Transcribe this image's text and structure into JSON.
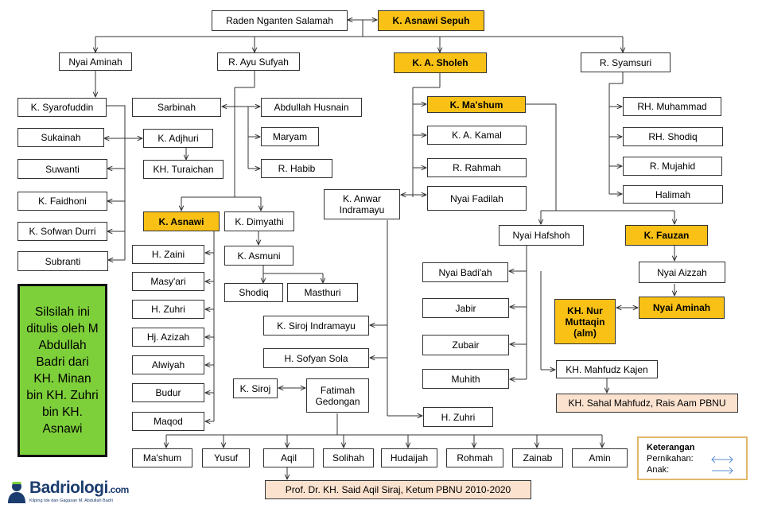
{
  "n": {
    "raden": "Raden Nganten Salamah",
    "asnawi_sepuh": "K. Asnawi Sepuh",
    "aminah1": "Nyai Aminah",
    "ayu": "R. Ayu Sufyah",
    "sholeh": "K. A. Sholeh",
    "syamsuri": "R. Syamsuri",
    "syarofuddin": "K. Syarofuddin",
    "sarbinah": "Sarbinah",
    "husnain": "Abdullah Husnain",
    "mashum": "K. Ma'shum",
    "muhammad": "RH. Muhammad",
    "sukainah": "Sukainah",
    "adjhuri": "K. Adjhuri",
    "maryam": "Maryam",
    "kamal": "K. A. Kamal",
    "shodiq_rh": "RH. Shodiq",
    "suwanti": "Suwanti",
    "turaichan": "KH. Turaichan",
    "habib": "R. Habib",
    "rahmah": "R. Rahmah",
    "mujahid": "R. Mujahid",
    "faidhoni": "K. Faidhoni",
    "anwar": "K. Anwar Indramayu",
    "fadilah": "Nyai Fadilah",
    "halimah": "Halimah",
    "sofwan": "K. Sofwan Durri",
    "asnawi": "K. Asnawi",
    "dimyathi": "K. Dimyathi",
    "hafshoh": "Nyai Hafshoh",
    "fauzan": "K. Fauzan",
    "subranti": "Subranti",
    "zaini": "H. Zaini",
    "asmuni": "K. Asmuni",
    "badiah": "Nyai Badi'ah",
    "aizzah": "Nyai Aizzah",
    "masyari": "Masy'ari",
    "shodiq": "Shodiq",
    "masthuri": "Masthuri",
    "jabir": "Jabir",
    "nur_muttaqin": "KH. Nur Muttaqin (alm)",
    "aminah2": "Nyai Aminah",
    "zuhri1": "H. Zuhri",
    "siroj_indramayu": "K. Siroj Indramayu",
    "azizah": "Hj. Azizah",
    "zubair": "Zubair",
    "sofyan": "H. Sofyan Sola",
    "alwiyah": "Alwiyah",
    "muhith": "Muhith",
    "mahfudz": "KH. Mahfudz Kajen",
    "siroj": "K. Siroj",
    "fatimah": "Fatimah Gedongan",
    "budur": "Budur",
    "sahal": "KH. Sahal Mahfudz, Rais Aam PBNU",
    "maqod": "Maqod",
    "zuhri2": "H. Zuhri",
    "mashum2": "Ma'shum",
    "yusuf": "Yusuf",
    "aqil": "Aqil",
    "solihah": "Solihah",
    "hudaijah": "Hudaijah",
    "rohmah": "Rohmah",
    "zainab": "Zainab",
    "amin": "Amin",
    "said_aqil": "Prof. Dr. KH. Said Aqil Siraj, Ketum PBNU 2010-2020"
  },
  "note": "Silsilah ini ditulis oleh M Abdullah Badri dari KH. Minan bin KH. Zuhri bin KH. Asnawi",
  "legend": {
    "title": "Keterangan",
    "marriage": "Pernikahan:",
    "child": "Anak:"
  },
  "logo": {
    "name": "Badriologi",
    "domain": ".com",
    "tagline": "Kliping Ide dan Gagasan M. Abdullah Badri"
  },
  "colors": {
    "highlight": "#f9c116",
    "note_box": "#7ed03a",
    "peach_box": "#fbe2cf",
    "legend_arrow": "#5b8fd6"
  }
}
